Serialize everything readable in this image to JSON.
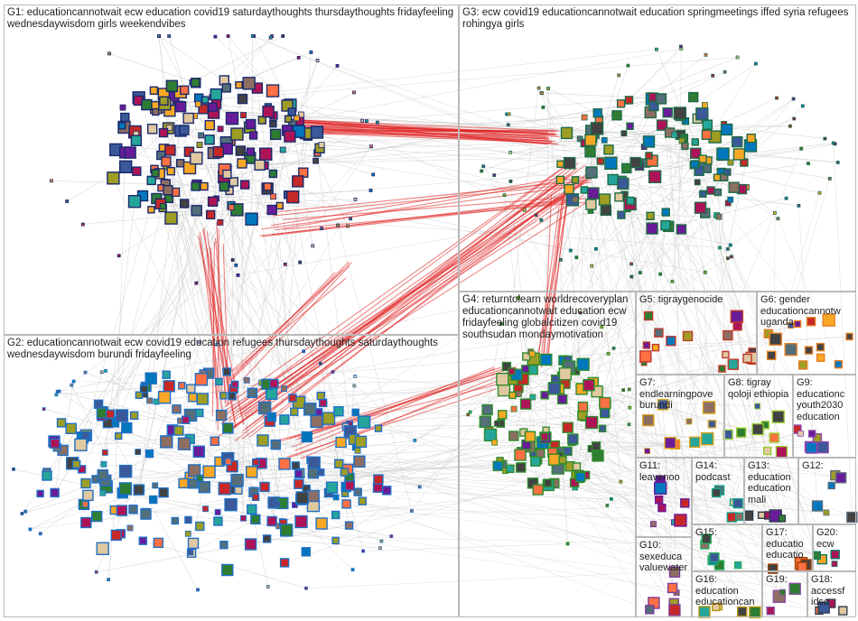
{
  "groups": [
    {
      "id": "G1",
      "label": "G1: educationcannotwait ecw education covid19 saturdaythoughts thursdaythoughts fridayfeeling wednesdaywisdom girls weekendvibes",
      "color": "#1a2a6c"
    },
    {
      "id": "G2",
      "label": "G2: educationcannotwait ecw covid19 education refugees thursdaythoughts saturdaythoughts wednesdaywisdom burundi fridayfeeling",
      "color": "#1f6fc5"
    },
    {
      "id": "G3",
      "label": "G3: ecw covid19 educationcannotwait education springmeetings iffed syria refugees rohingya girls",
      "color": "#1e6b47"
    },
    {
      "id": "G4",
      "label": "G4: returntolearn worldrecoveryplan educationcannotwait education ecw fridayfeeling globalcitizen covid19 southsudan mondaymotivation",
      "color": "#2e8b2e"
    },
    {
      "id": "G5",
      "label": "G5: tigraygenocide",
      "color": "#c0392b"
    },
    {
      "id": "G6",
      "label": "G6: gender educationcannotw uganda",
      "color": "#e67e22"
    },
    {
      "id": "G7",
      "label": "G7: endlearningpove burundi",
      "color": "#d4a017"
    },
    {
      "id": "G8",
      "label": "G8: tigray qoloji ethiopia",
      "color": "#9acd32"
    },
    {
      "id": "G9",
      "label": "G9: educationc youth2030 education",
      "color": "#8e44ad"
    },
    {
      "id": "G11",
      "label": "G11: leavenoo",
      "color": "#6a1b9a"
    },
    {
      "id": "G14",
      "label": "G14: podcast",
      "color": "#16a085"
    },
    {
      "id": "G13",
      "label": "G13: education education mali",
      "color": "#2c3e50"
    },
    {
      "id": "G12",
      "label": "G12:",
      "color": "#5d6d7e"
    },
    {
      "id": "G10",
      "label": "G10: sexeduca valuewater",
      "color": "#7d3c98"
    },
    {
      "id": "G15",
      "label": "G15:",
      "color": "#27ae60"
    },
    {
      "id": "G17",
      "label": "G17: educatio educatio",
      "color": "#a04000"
    },
    {
      "id": "G20",
      "label": "G20: ecw",
      "color": "#117a65"
    },
    {
      "id": "G16",
      "label": "G16: education educationcan",
      "color": "#b7950b"
    },
    {
      "id": "G19",
      "label": "G19:",
      "color": "#884ea0"
    },
    {
      "id": "G18",
      "label": "G18: accessf idsc",
      "color": "#2e4053"
    }
  ]
}
